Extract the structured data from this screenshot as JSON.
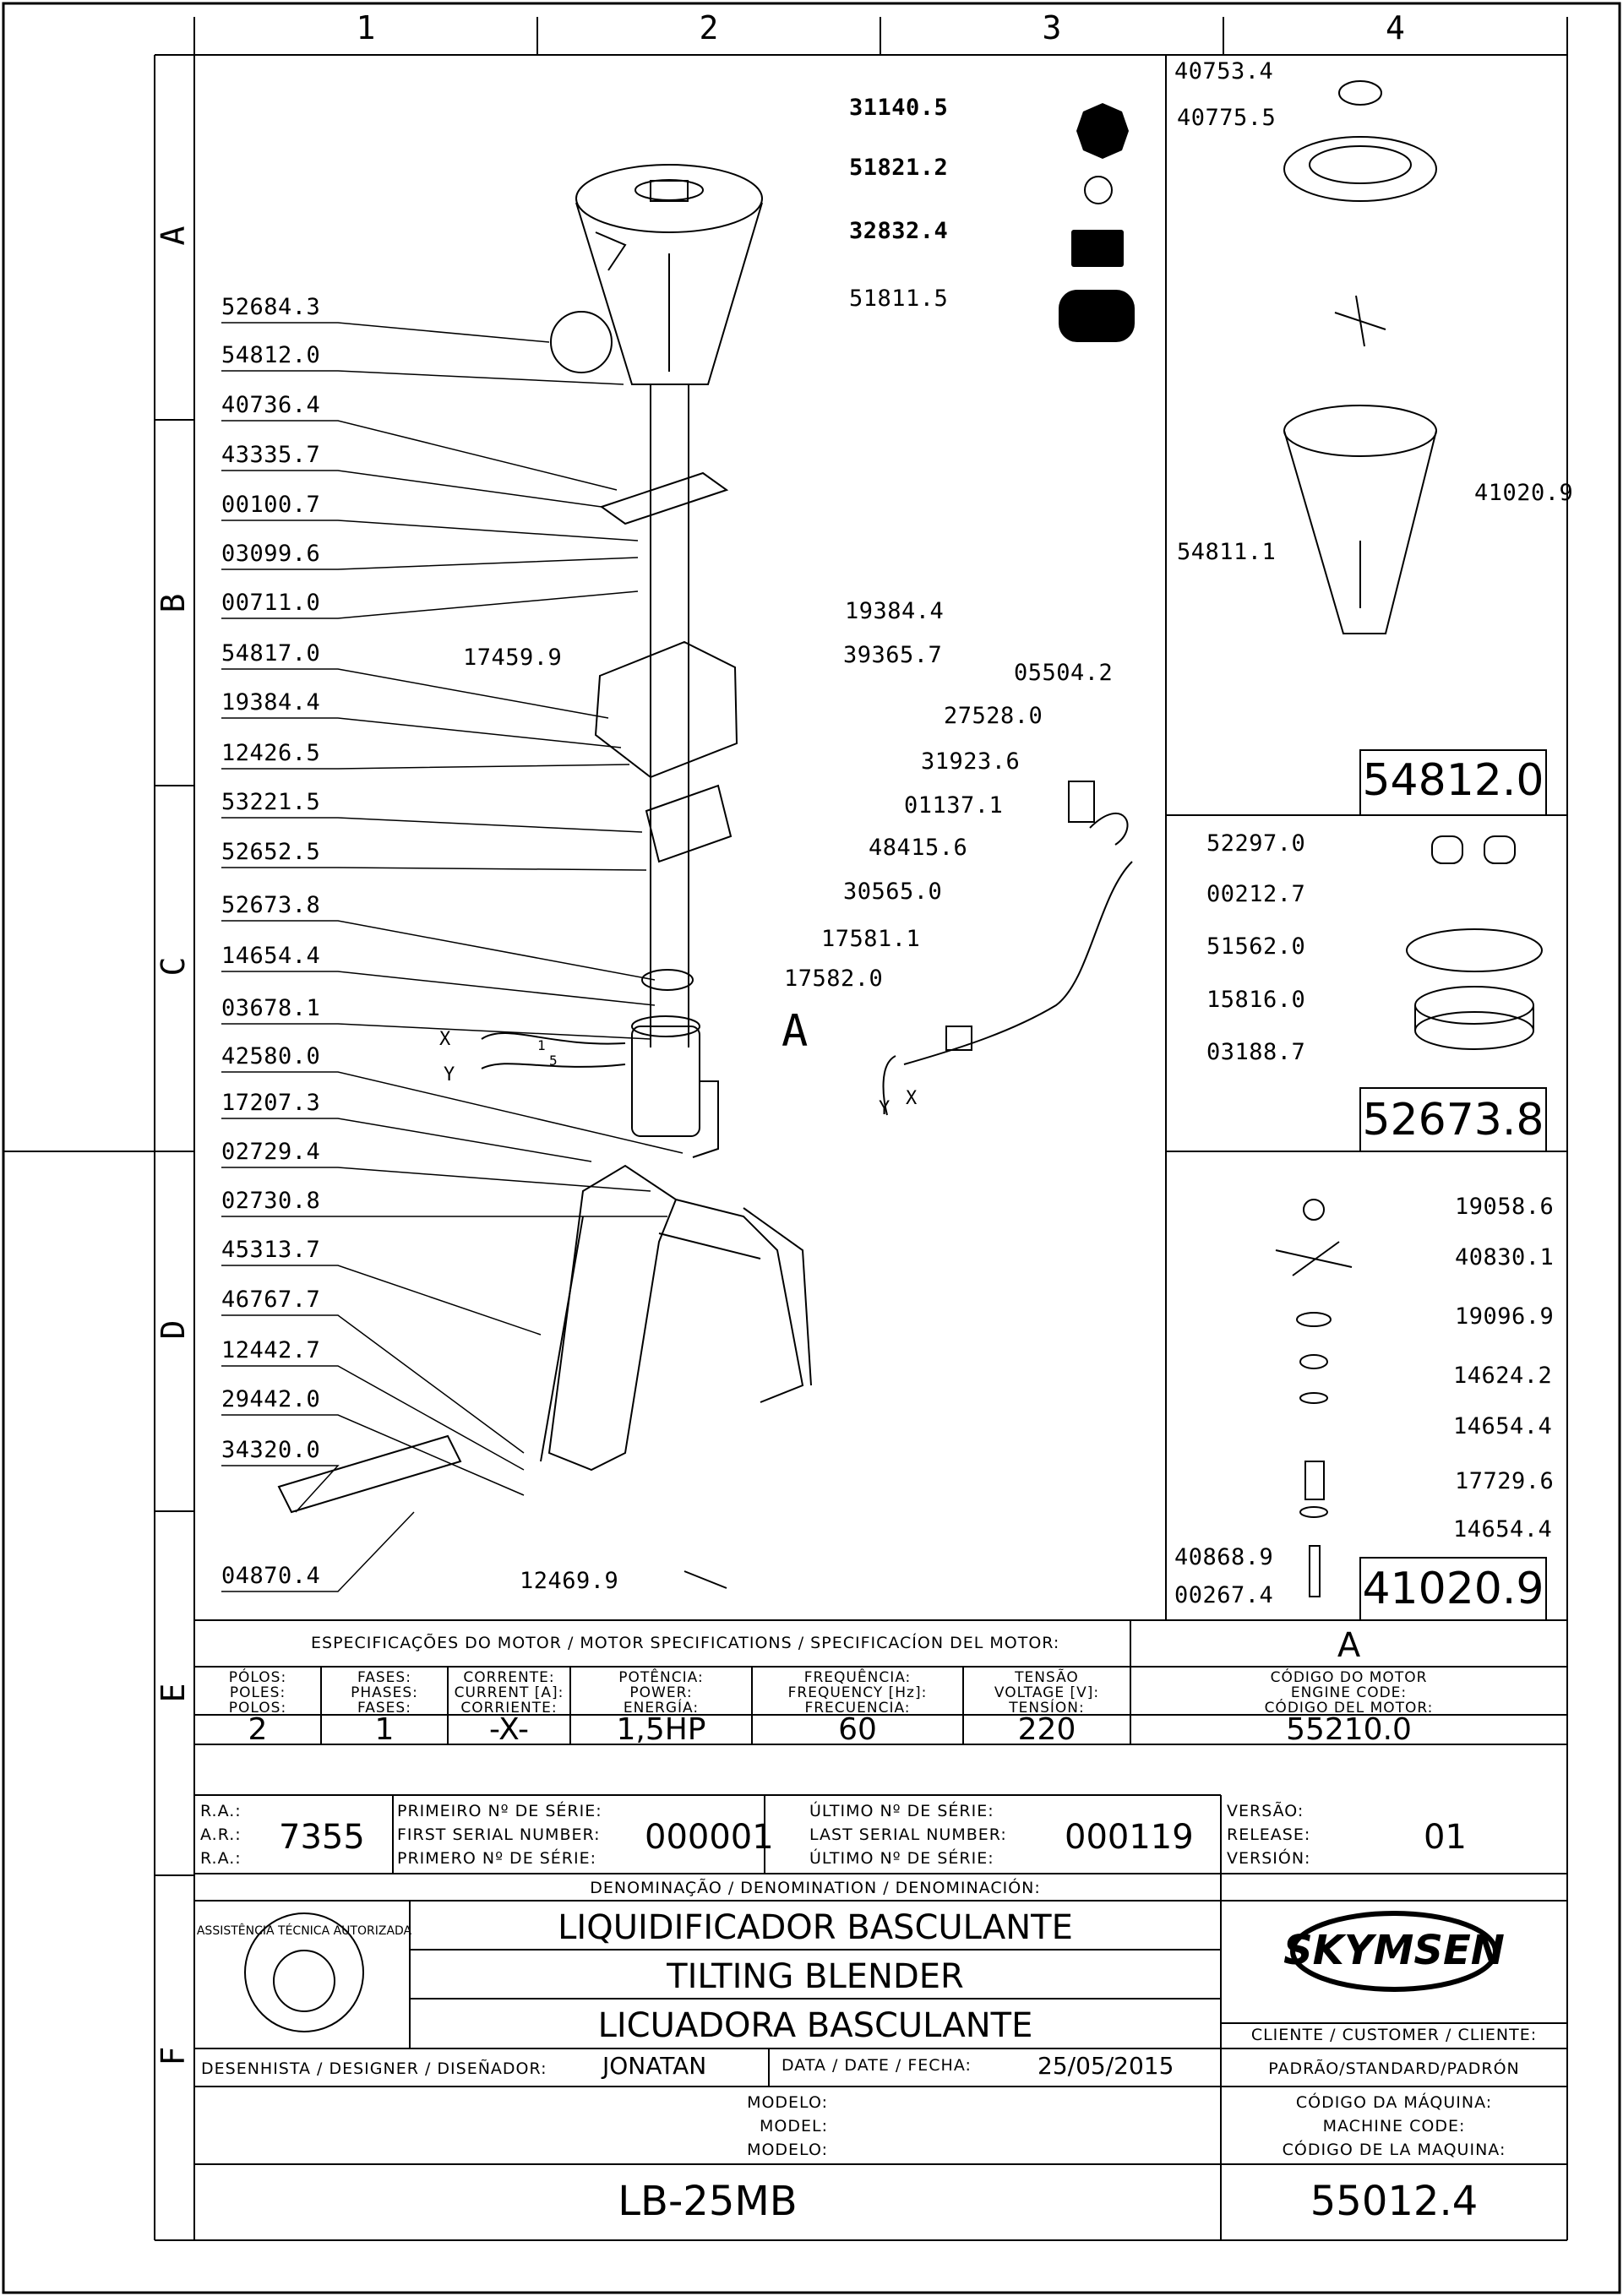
{
  "grid": {
    "columns": [
      "1",
      "2",
      "3",
      "4"
    ],
    "rows": [
      "A",
      "B",
      "C",
      "D",
      "E",
      "F"
    ]
  },
  "parts_main": [
    "52684.3",
    "54812.0",
    "40736.4",
    "43335.7",
    "00100.7",
    "03099.6",
    "00711.0",
    "54817.0",
    "19384.4",
    "12426.5",
    "53221.5",
    "52652.5",
    "52673.8",
    "14654.4",
    "03678.1",
    "42580.0",
    "17207.3",
    "02729.4",
    "02730.8",
    "45313.7",
    "46767.7",
    "12442.7",
    "29442.0",
    "34320.0",
    "04870.4"
  ],
  "parts_misc": {
    "p17459": "17459.9",
    "p19384": "19384.4",
    "p39365": "39365.7",
    "p05504": "05504.2",
    "p27528": "27528.0",
    "p31923": "31923.6",
    "p01137": "01137.1",
    "p48415": "48415.6",
    "p30565": "30565.0",
    "p17581": "17581.1",
    "p17582": "17582.0",
    "p12469": "12469.9",
    "detail_a": "A",
    "wire_x": "X",
    "wire_y": "Y",
    "wire_1": "1",
    "wire_5": "5"
  },
  "parts_top": [
    "31140.5",
    "51821.2",
    "32832.4",
    "51811.5"
  ],
  "detail_cup": {
    "parts_left": [
      "40753.4",
      "40775.5",
      "54811.1"
    ],
    "parts_right": [
      "41020.9"
    ],
    "code": "54812.0"
  },
  "detail_base": {
    "parts": [
      "52297.0",
      "00212.7",
      "51562.0",
      "15816.0",
      "03188.7"
    ],
    "code": "52673.8"
  },
  "detail_blade": {
    "parts": [
      "19058.6",
      "40830.1",
      "19096.9",
      "14624.2",
      "14654.4",
      "17729.6",
      "14654.4"
    ],
    "parts_left": [
      "40868.9",
      "00267.4"
    ],
    "code": "41020.9"
  },
  "motor": {
    "title": "ESPECIFICAÇÕES DO MOTOR / MOTOR SPECIFICATIONS / SPECIFICACÍON DEL MOTOR:",
    "a_label": "A",
    "headers": [
      [
        "PÓLOS:",
        "POLES:",
        "POLOS:"
      ],
      [
        "FASES:",
        "PHASES:",
        "FASES:"
      ],
      [
        "CORRENTE:",
        "CURRENT [A]:",
        "CORRIENTE:"
      ],
      [
        "POTÊNCIA:",
        "POWER:",
        "ENERGÍA:"
      ],
      [
        "FREQUÊNCIA:",
        "FREQUENCY [Hz]:",
        "FRECUENCIA:"
      ],
      [
        "TENSÃO",
        "VOLTAGE [V]:",
        "TENSÍON:"
      ],
      [
        "CÓDIGO DO MOTOR",
        "ENGINE CODE:",
        "CÓDIGO DEL MOTOR:"
      ]
    ],
    "values": [
      "2",
      "1",
      "-X-",
      "1,5HP",
      "60",
      "220",
      "55210.0"
    ]
  },
  "serial": {
    "ra_labels": [
      "R.A.:",
      "A.R.:",
      "R.A.:"
    ],
    "ra_value": "7355",
    "first_labels": [
      "PRIMEIRO Nº DE SÉRIE:",
      "FIRST SERIAL NUMBER:",
      "PRIMERO Nº DE SÉRIE:"
    ],
    "first_value": "000001",
    "last_labels": [
      "ÚLTIMO Nº DE SÉRIE:",
      "LAST SERIAL NUMBER:",
      "ÚLTIMO Nº DE SÉRIE:"
    ],
    "last_value": "000119",
    "version_labels": [
      "VERSÃO:",
      "RELEASE:",
      "VERSIÓN:"
    ],
    "version_value": "01"
  },
  "title_block": {
    "denomination_label": "DENOMINAÇÃO / DENOMINATION / DENOMINACIÓN:",
    "names": [
      "LIQUIDIFICADOR BASCULANTE",
      "TILTING BLENDER",
      "LICUADORA BASCULANTE"
    ],
    "seal_text": "ASSISTÊNCIA TÉCNICA AUTORIZADA",
    "brand": "SKYMSEN",
    "customer_label": "CLIENTE / CUSTOMER / CLIENTE:",
    "customer_value": "PADRÃO/STANDARD/PADRÓN",
    "designer_label": "DESENHISTA / DESIGNER / DISEÑADOR:",
    "designer_value": "JONATAN",
    "date_label": "DATA / DATE / FECHA:",
    "date_value": "25/05/2015",
    "model_labels": [
      "MODELO:",
      "MODEL:",
      "MODELO:"
    ],
    "model_value": "LB-25MB",
    "machine_code_labels": [
      "CÓDIGO DA MÁQUINA:",
      "MACHINE CODE:",
      "CÓDIGO DE LA MAQUINA:"
    ],
    "machine_code_value": "55012.4"
  }
}
